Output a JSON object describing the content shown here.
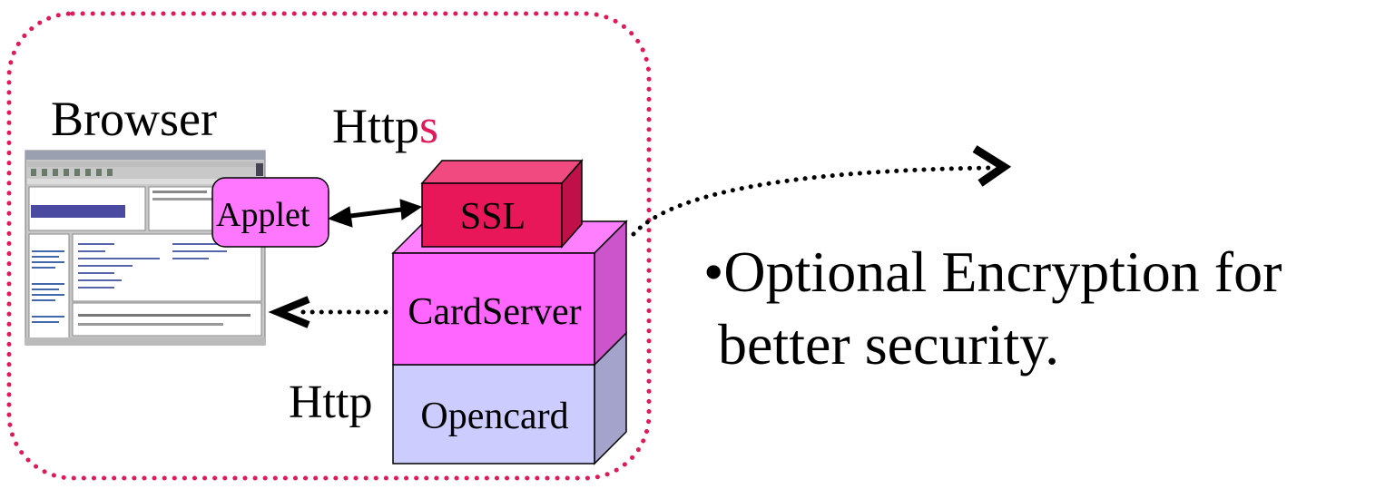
{
  "labels": {
    "browser": "Browser",
    "https_prefix": "Http",
    "https_suffix": "s",
    "http": "Http",
    "applet": "Applet",
    "ssl": "SSL",
    "cardserver": "CardServer",
    "opencard": "Opencard"
  },
  "bullet": {
    "marker": "•",
    "line1": "Optional Encryption for",
    "line2": "better security."
  },
  "colors": {
    "dotted_border": "#e0195a",
    "https_s": "#e0195a",
    "ssl_front": "#e8175a",
    "ssl_top": "#f04a80",
    "ssl_side": "#c0104a",
    "cardserver_front": "#ff66ff",
    "cardserver_top": "#ff7fff",
    "cardserver_side": "#cc55cc",
    "opencard_front": "#ccccff",
    "opencard_side": "#a3a3cc",
    "applet_fill": "#ff77ff"
  },
  "icons": {
    "browser_window": "browser-screenshot-thumbnail",
    "double_arrow": "bidirectional-arrow-icon",
    "dotted_arrow_left": "dotted-arrow-left-icon",
    "dotted_arrow_right": "dotted-curved-arrow-right-icon"
  }
}
